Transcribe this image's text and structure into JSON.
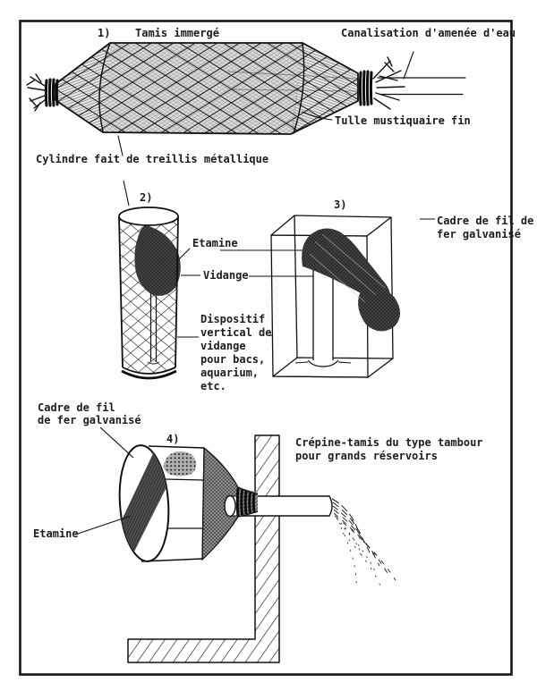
{
  "colors": {
    "ink": "#1c1c1c",
    "paper": "#ffffff"
  },
  "diagram": {
    "fig1": {
      "number": "1)",
      "title": "Tamis immergé",
      "label_canalisation": "Canalisation d'amenée d'eau",
      "label_tulle": "Tulle mustiquaire fin",
      "label_cylindre": "Cylindre fait de treillis métallique"
    },
    "fig2": {
      "number": "2)",
      "label_etamine": "Etamine",
      "label_vidange": "Vidange",
      "label_dispositif": "Dispositif\nvertical de\nvidange\npour bacs,\naquarium,\netc."
    },
    "fig3": {
      "number": "3)",
      "label_cadre": "Cadre de fil de\nfer galvanisé"
    },
    "fig4": {
      "number": "4)",
      "label_cadre": "Cadre de fil\nde fer galvanisé",
      "label_etamine": "Etamine",
      "label_crepine": "Crépine-tamis du type tambour\npour grands réservoirs"
    }
  }
}
